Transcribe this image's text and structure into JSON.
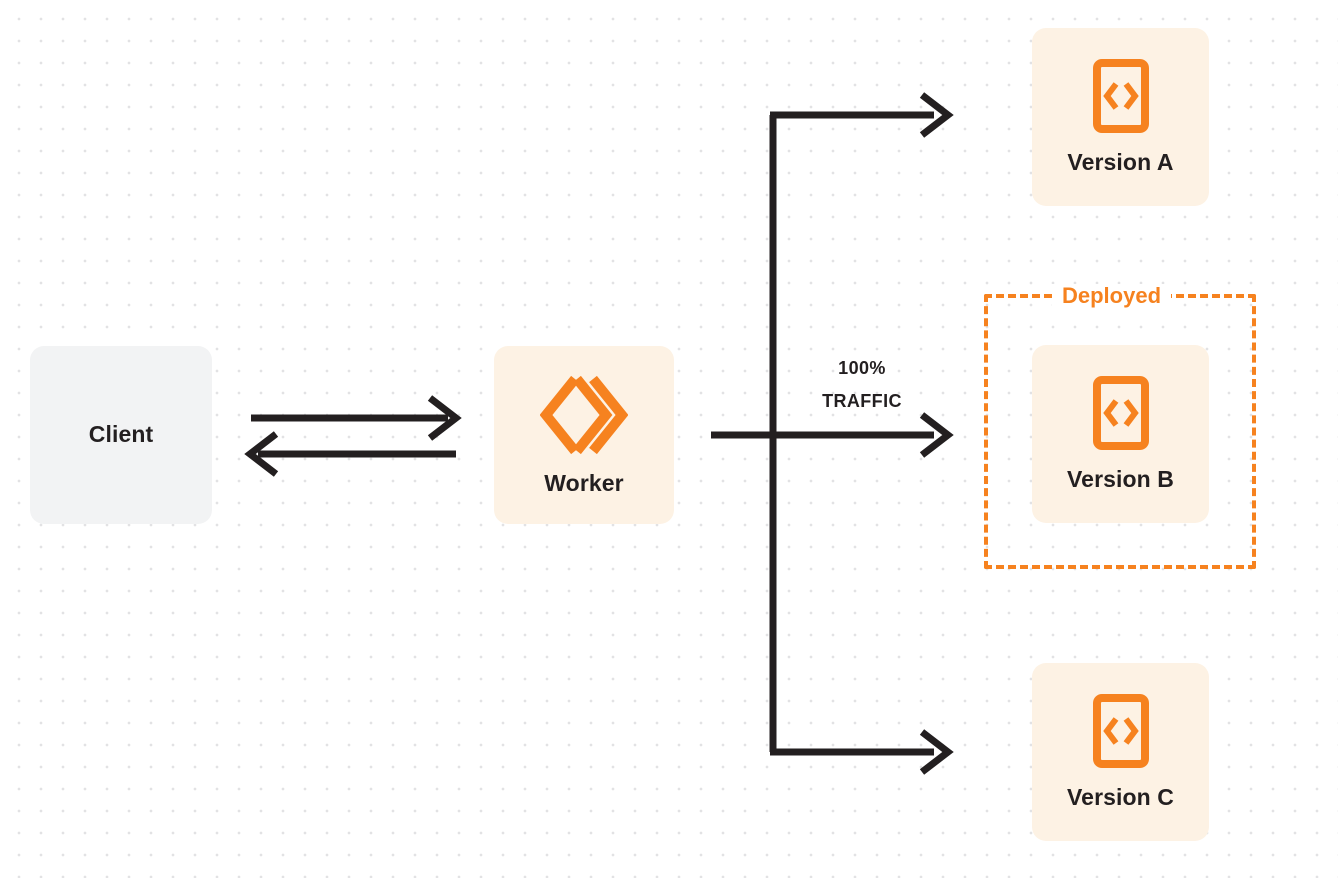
{
  "diagram": {
    "title": "Worker version routing",
    "background": {
      "color": "#ffffff",
      "dot_color": "#e2e2e4",
      "dot_spacing": 22
    },
    "colors": {
      "accent_orange": "#f6821f",
      "node_orange_bg": "#fdf2e4",
      "node_gray_bg": "#f2f3f4",
      "text_dark": "#231f20",
      "connector": "#231f20"
    },
    "nodes": {
      "client": {
        "label": "Client",
        "icon": "none"
      },
      "worker": {
        "label": "Worker",
        "icon": "cloudflare-workers-logo"
      },
      "version_a": {
        "label": "Version A",
        "icon": "code-file-icon"
      },
      "version_b": {
        "label": "Version B",
        "icon": "code-file-icon"
      },
      "version_c": {
        "label": "Version C",
        "icon": "code-file-icon"
      }
    },
    "group": {
      "deployed_label": "Deployed",
      "border_style": "dashed",
      "border_color": "#f6821f",
      "contains": "Version B"
    },
    "annotations": {
      "traffic_percent": "100%",
      "traffic_word": "TRAFFIC"
    },
    "connectors": [
      {
        "name": "client-to-worker",
        "direction": "right",
        "style": "solid"
      },
      {
        "name": "worker-to-client",
        "direction": "left",
        "style": "solid"
      },
      {
        "name": "worker-to-version-a",
        "direction": "right",
        "style": "solid-elbow"
      },
      {
        "name": "worker-to-version-b",
        "direction": "right",
        "style": "solid"
      },
      {
        "name": "worker-to-version-c",
        "direction": "right",
        "style": "solid-elbow"
      }
    ]
  }
}
